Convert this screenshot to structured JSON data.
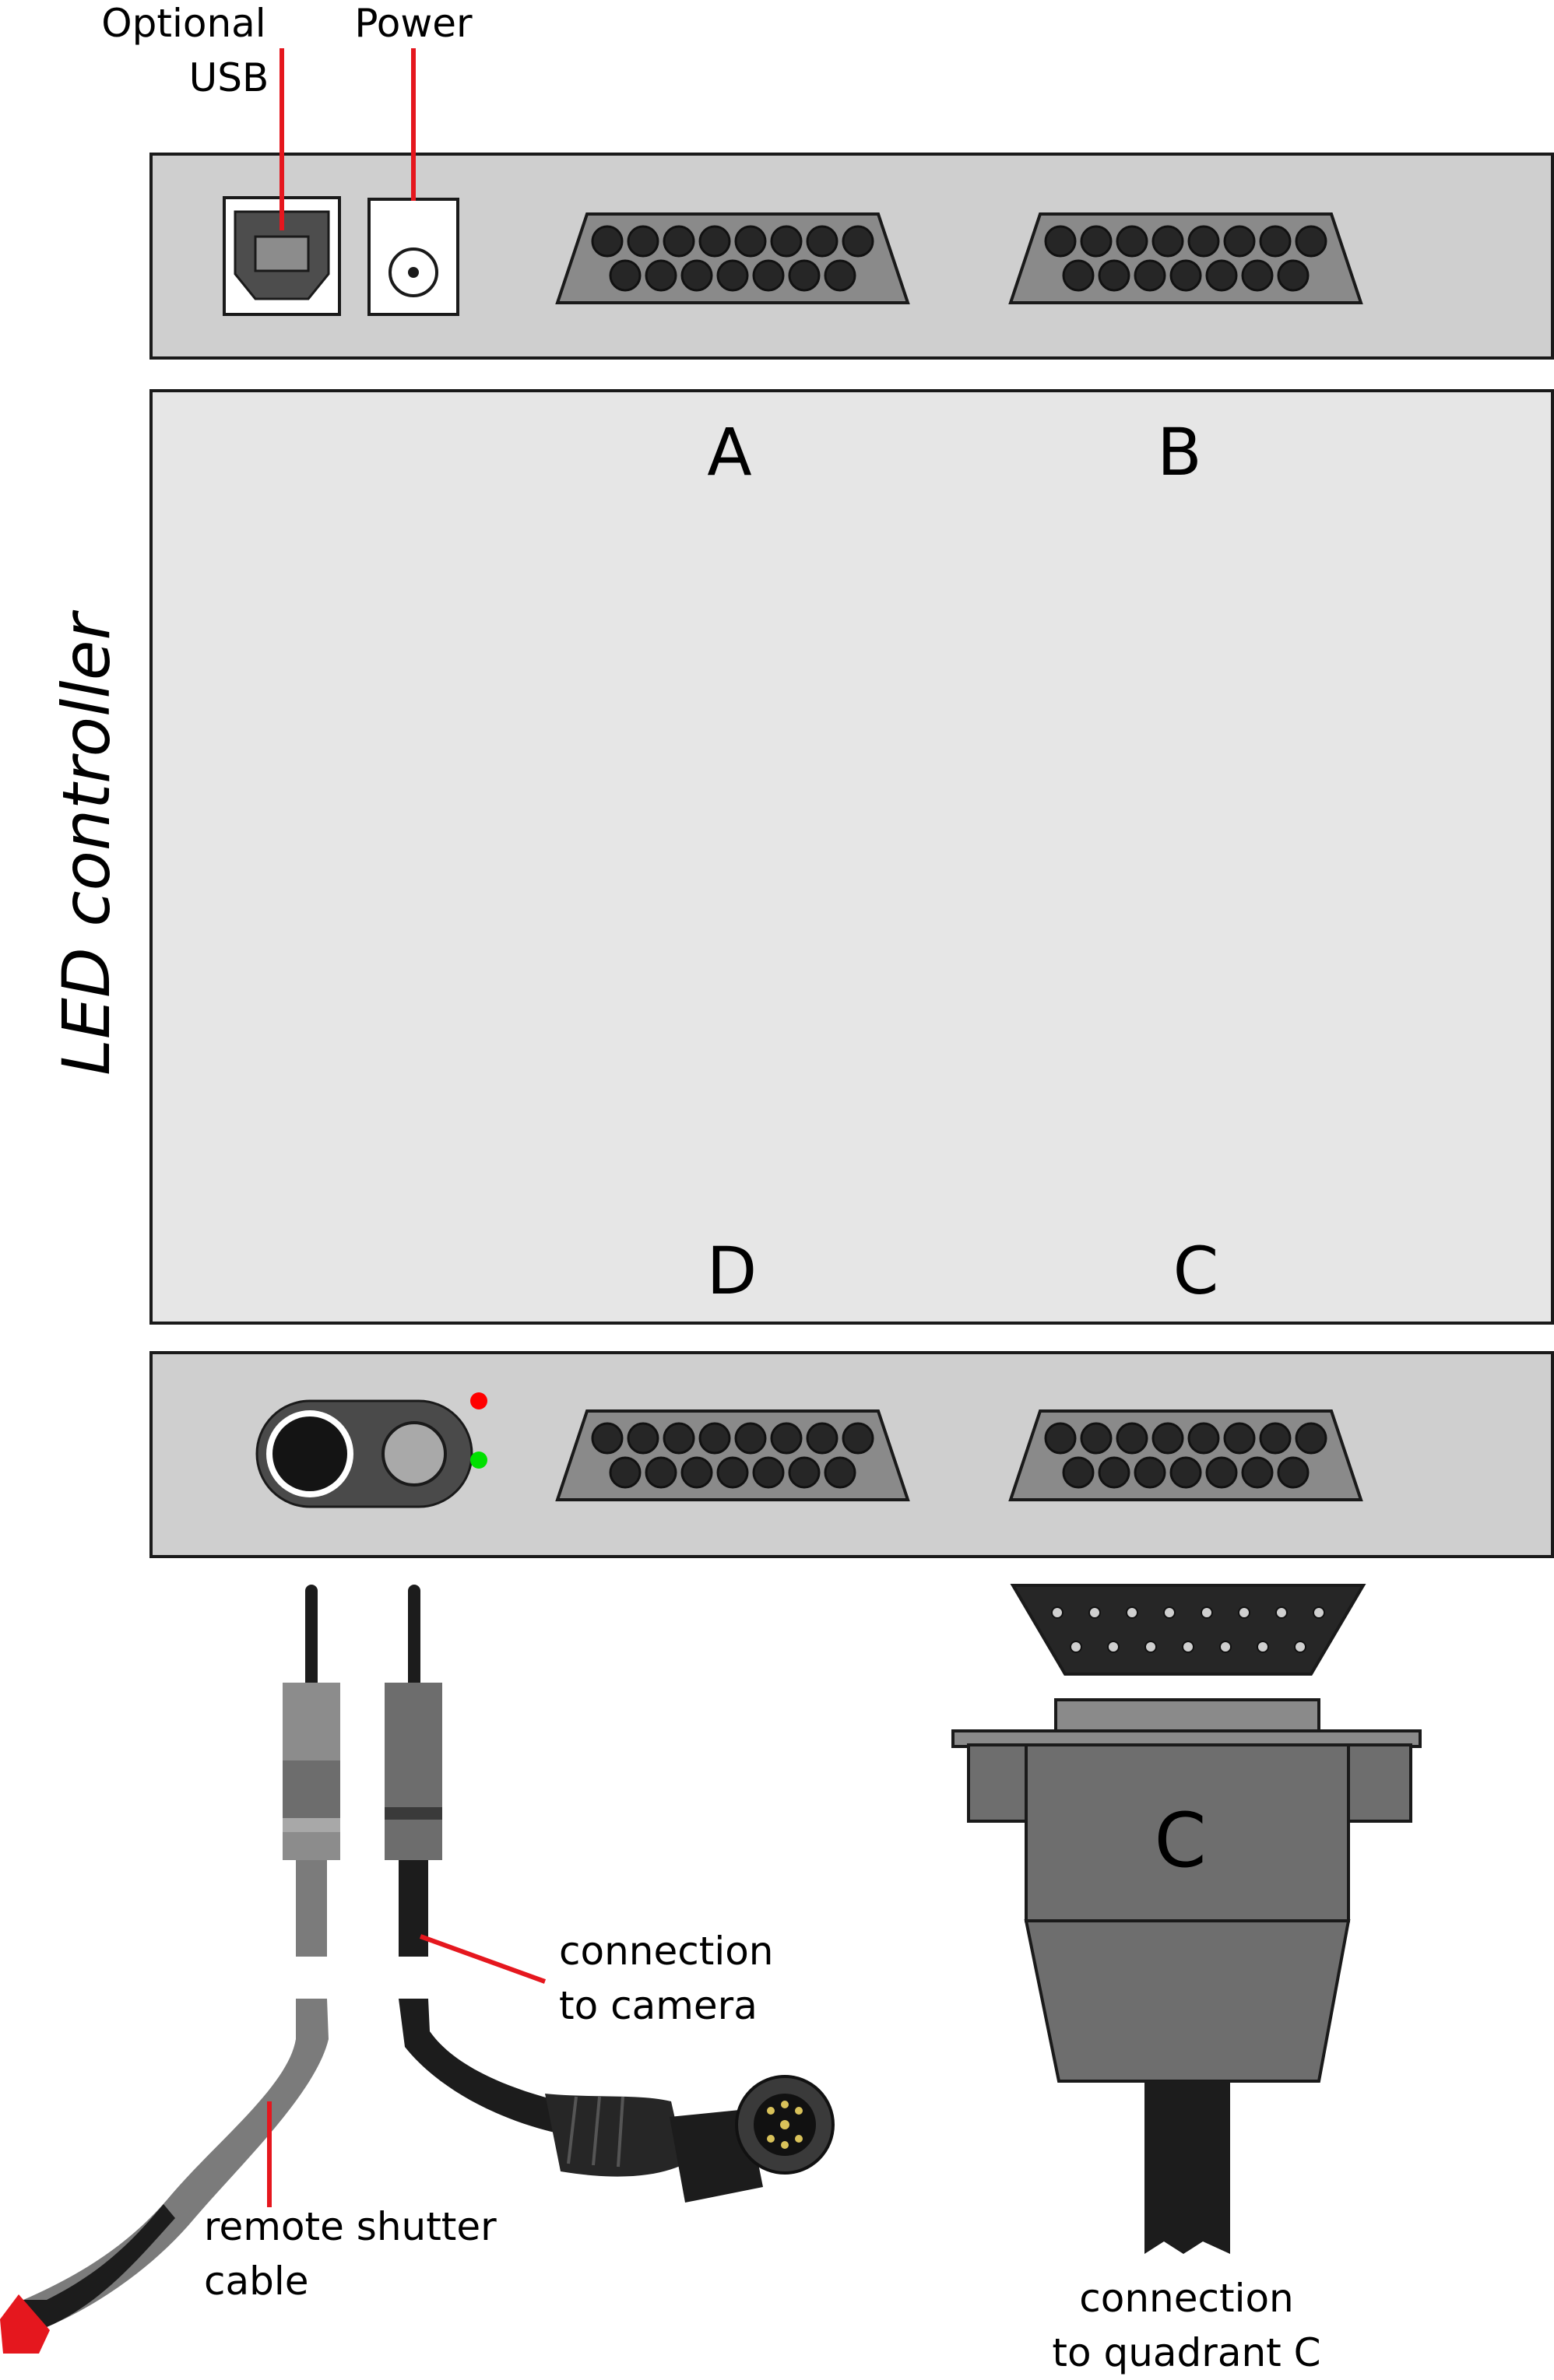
{
  "labels": {
    "usb_line1": "Optional",
    "usb_line2": "USB",
    "power": "Power",
    "title": "LED controller",
    "port_a": "A",
    "port_b": "B",
    "port_c": "C",
    "port_d": "D",
    "plug_letter": "C",
    "camera_line1": "connection",
    "camera_line2": "to camera",
    "shutter_line1": "remote shutter",
    "shutter_line2": "cable",
    "quadrant_line1": "connection",
    "quadrant_line2": "to quadrant C"
  },
  "colors": {
    "callout_line": "#e5171e",
    "panel_fill": "#cfcfcf",
    "box_fill": "#e6e6e6",
    "connector_fill": "#8a8a8a",
    "pin_fill": "#262626",
    "led_red": "#ff0000",
    "led_green": "#00e000"
  },
  "icons": [
    "usb-b-port-icon",
    "power-jack-icon",
    "db15-connector-icon",
    "audio-jack-icon",
    "led-indicator-icon"
  ]
}
